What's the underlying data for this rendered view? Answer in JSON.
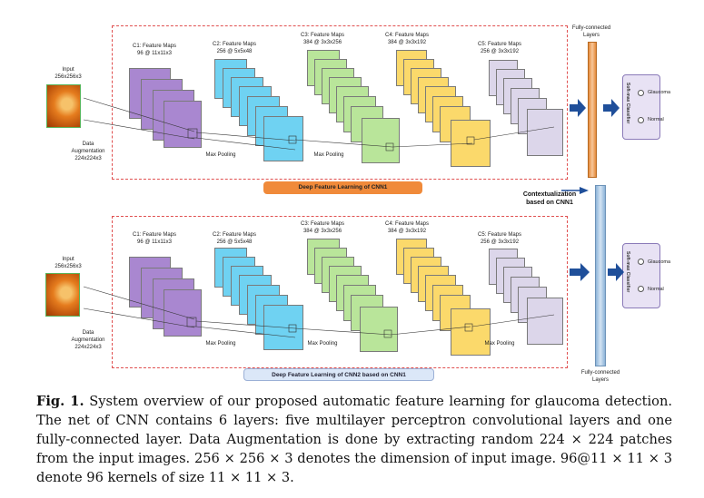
{
  "top": {
    "input_label": "Input",
    "input_dims": "256x256x3",
    "augmentation_label": "Data",
    "augmentation_label_2": "Augmentation",
    "augmentation_dims": "224x224x3",
    "c1_title": "C1: Feature Maps",
    "c1_dims": "96 @ 11x11x3",
    "c2_title": "C2: Feature Maps",
    "c2_dims": "256 @ 5x5x48",
    "c3_title": "C3: Feature Maps",
    "c3_dims": "384 @ 3x3x256",
    "c4_title": "C4: Feature Maps",
    "c4_dims": "384 @ 3x3x192",
    "c5_title": "C5: Feature Maps",
    "c5_dims": "256 @ 3x3x192",
    "pool_1": "Max Pooling",
    "pool_2": "Max Pooling",
    "banner": "Deep   Feature   Learning   of   CNN1",
    "fc_label": "Fully-connected",
    "fc_label_2": "Layers",
    "softmax_title": "Soft-max Classifier",
    "class_1": "Glaucoma",
    "class_2": "Normal"
  },
  "context": {
    "line1": "Contextualization",
    "line2": "based on CNN1"
  },
  "bottom": {
    "input_label": "Input",
    "input_dims": "256x256x3",
    "augmentation_label": "Data",
    "augmentation_label_2": "Augmentation",
    "augmentation_dims": "224x224x3",
    "c1_title": "C1: Feature Maps",
    "c1_dims": "96 @ 11x11x3",
    "c2_title": "C2: Feature Maps",
    "c2_dims": "256 @ 5x5x48",
    "c3_title": "C3: Feature Maps",
    "c3_dims": "384 @ 3x3x256",
    "c4_title": "C4: Feature Maps",
    "c4_dims": "384 @ 3x3x192",
    "c5_title": "C5: Feature Maps",
    "c5_dims": "256 @ 3x3x192",
    "pool_1": "Max Pooling",
    "pool_2": "Max Pooling",
    "pool_3": "Max Pooling",
    "banner": "Deep   Feature   Learning   of   CNN2   based   on   CNN1",
    "fc_label": "Fully-connected",
    "fc_label_2": "Layers",
    "softmax_title": "Soft-max Classifier",
    "class_1": "Glaucoma",
    "class_2": "Normal"
  },
  "caption": {
    "label": "Fig. 1.",
    "text": " System overview of our proposed automatic feature learning for glaucoma detection. The net of CNN contains 6 layers: five multilayer perceptron convolutional layers and one fully-connected layer. Data Augmentation is done by extracting random 224 × 224 patches from the input images. 256 × 256 × 3 denotes the dimension of input image. 96@11 × 11 × 3 denote 96 kernels of size 11 × 11 × 3."
  },
  "colors": {
    "border_dashed": "#e05050",
    "c1": "#a987d0",
    "c2": "#6fd2f2",
    "c3": "#b9e59a",
    "c4": "#fbd96b",
    "c5": "#dcd6ea",
    "arrow": "#1f4f9a",
    "banner_top": "#f08a3a",
    "banner_bottom": "#dbe7f8"
  }
}
